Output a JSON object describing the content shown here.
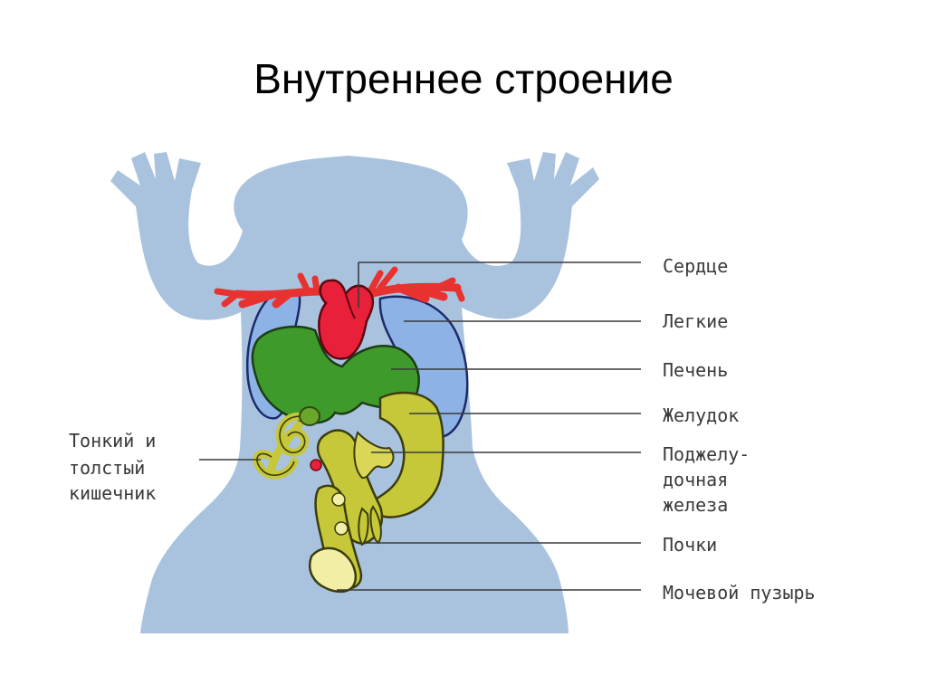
{
  "title": "Внутреннее строение",
  "labels": {
    "heart": "Сердце",
    "lungs": "Легкие",
    "liver": "Печень",
    "stomach": "Желудок",
    "pancreas_1": "Поджелу-",
    "pancreas_2": "дочная",
    "pancreas_3": "железа",
    "kidneys": "Почки",
    "bladder": "Мочевой пузырь",
    "intestine_1": "Тонкий и",
    "intestine_2": "толстый",
    "intestine_3": "кишечник"
  },
  "colors": {
    "body": "#a9c3df",
    "vessels": "#e8322f",
    "heart": "#e8203a",
    "lungs": "#8db3e6",
    "liver": "#3f9a2c",
    "digestive": "#c6c83a",
    "bladder": "#f3eea6",
    "leader_lines": "#3a3a3a"
  }
}
